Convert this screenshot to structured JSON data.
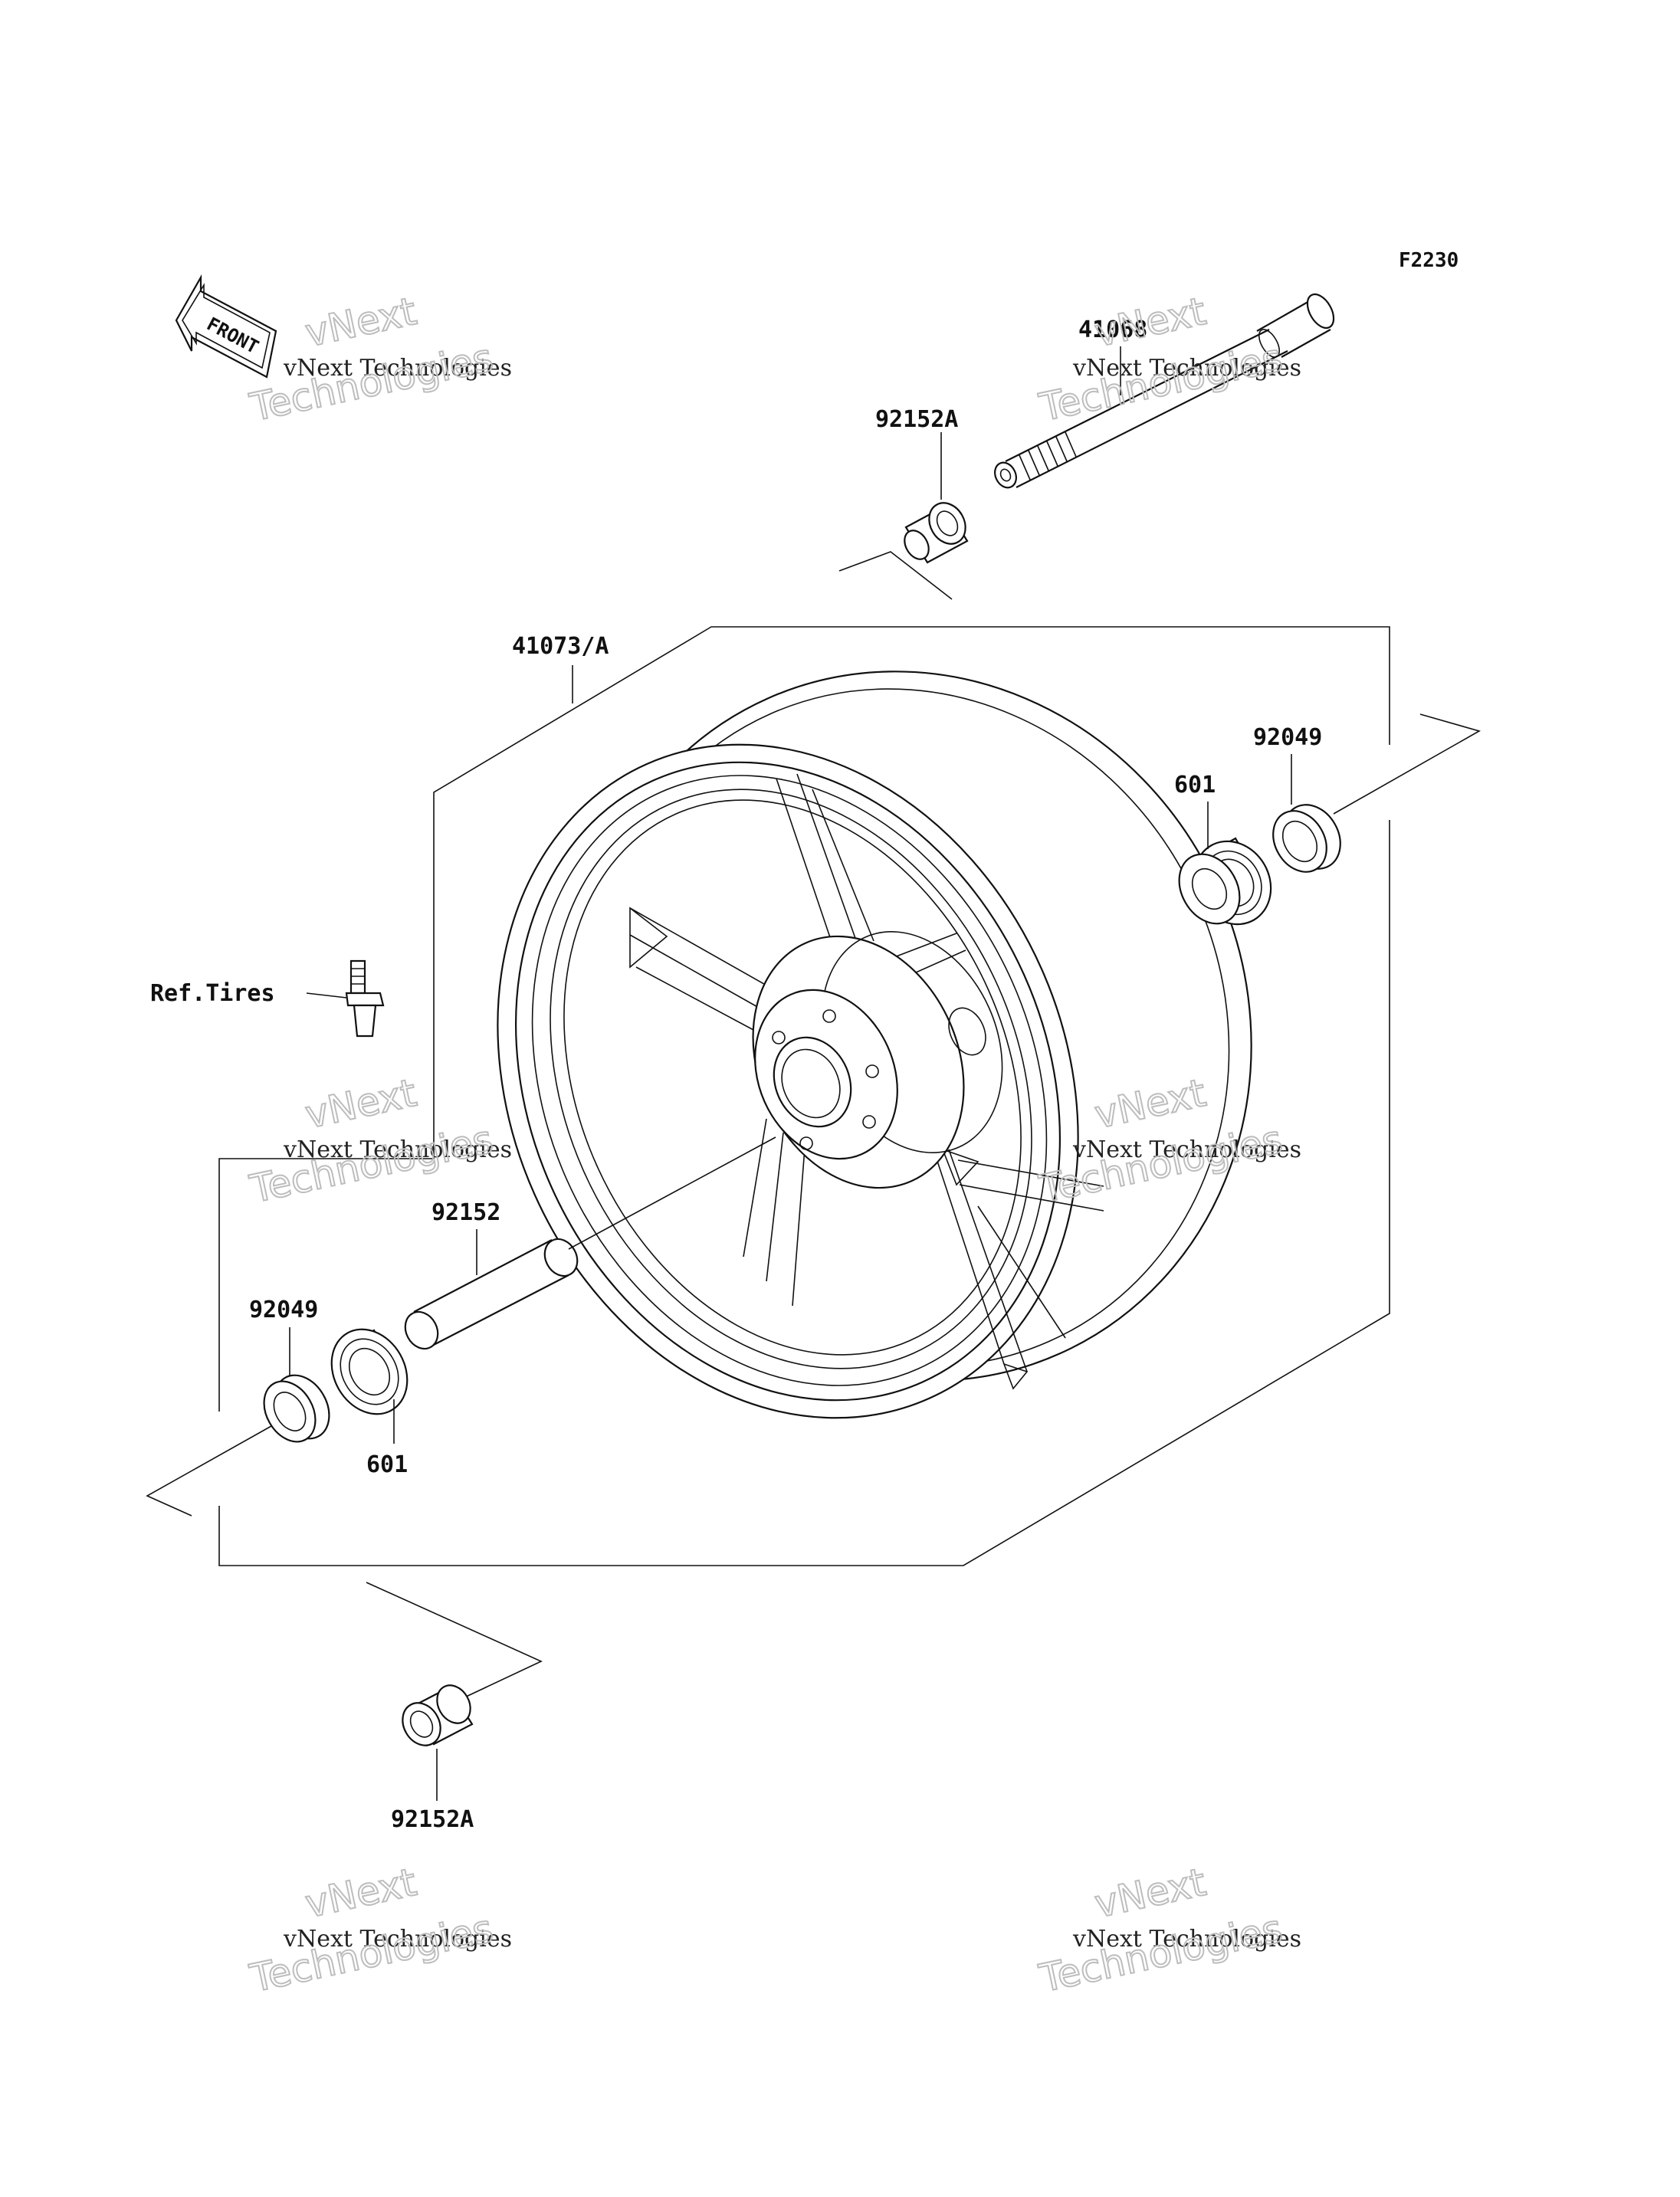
{
  "diagram": {
    "code": "F2230",
    "front_label": "FRONT",
    "parts": {
      "p41068": "41068",
      "p92152A_top": "92152A",
      "p41073A": "41073/A",
      "p92049_right": "92049",
      "p601_right": "601",
      "ref_tires": "Ref.Tires",
      "p92152": "92152",
      "p92049_left": "92049",
      "p601_left": "601",
      "p92152A_bottom": "92152A"
    },
    "watermark": {
      "line_small": "vNext Technologies",
      "line_big1": "vNext",
      "line_big2": "Technologies"
    }
  }
}
